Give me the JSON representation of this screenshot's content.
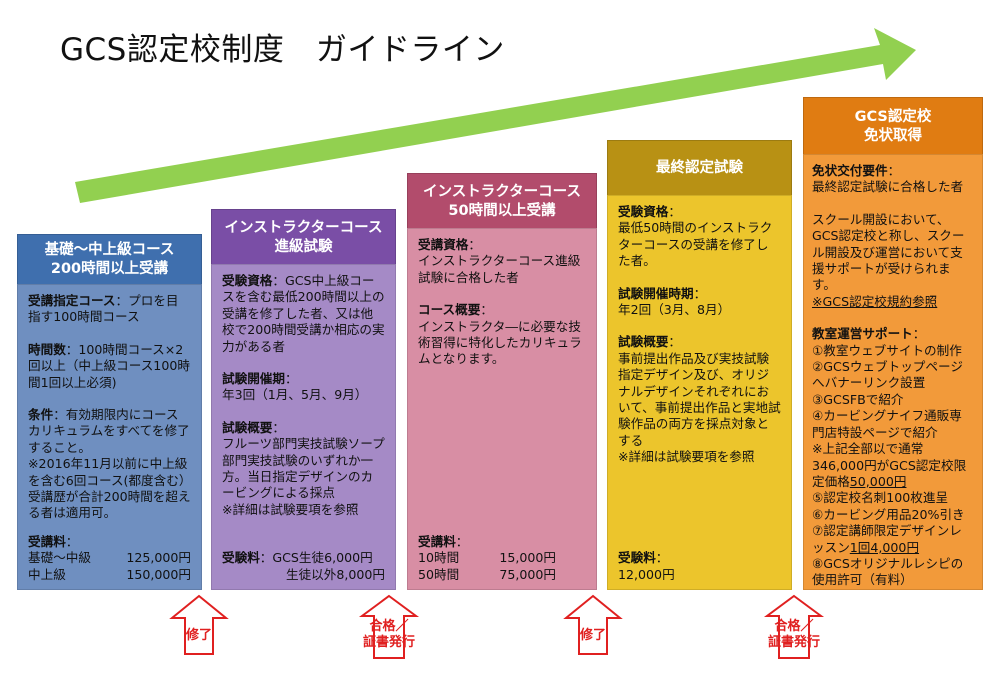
{
  "title": "GCS認定校制度　ガイドライン",
  "colors": {
    "arrow": "#92d050",
    "col1_head": "#3f6fae",
    "col1_body": "#6f8fc0",
    "col2_head": "#7a4ea6",
    "col2_body": "#a58ac6",
    "col3_head": "#b24c6c",
    "col3_body": "#d88ea4",
    "col4_head": "#b89114",
    "col4_body": "#ecc52c",
    "col5_head": "#e07c12",
    "col5_body": "#f29a3a",
    "marker": "#e02020"
  },
  "col1": {
    "head1": "基礎～中上級コース",
    "head2": "200時間以上受講",
    "p1_label": "受講指定コース",
    "p1_text": "：プロを目指す100時間コース",
    "p2_label": "時間数",
    "p2_text": "：100時間コース×2回以上（中上級コース100時間1回以上必須)",
    "p3_label": "条件",
    "p3_text": "：有効期限内にコースカリキュラムをすべてを修了すること。",
    "p3_note": "※2016年11月以前に中上級を含む6回コース(都度含む）受講歴が合計200時間を超える者は適用可。",
    "fee_label": "受講料",
    "fee_colon": "：",
    "fee_row1_name": "基礎～中級",
    "fee_row1_price": "125,000円",
    "fee_row2_name": "中上級",
    "fee_row2_price": "150,000円"
  },
  "col2": {
    "head1": "インストラクターコース",
    "head2": "進級試験",
    "p1_label": "受験資格",
    "p1_text": "：GCS中上級コースを含む最低200時間以上の受講を修了した者、又は他校で200時間受講か相応の実力がある者",
    "p2_label": "試験開催期",
    "p2_colon": "：",
    "p2_text": "年3回（1月、5月、9月）",
    "p3_label": "試験概要",
    "p3_colon": "：",
    "p3_text": "フルーツ部門実技試験ソープ部門実技試験のいずれか一方。当日指定デザインのカービングによる採点",
    "p3_note": "※詳細は試験要項を参照",
    "fee_label": "受験料",
    "fee_line1": "：GCS生徒6,000円",
    "fee_line2": "生徒以外8,000円"
  },
  "col3": {
    "head1": "インストラクターコース",
    "head2": "50時間以上受講",
    "p1_label": "受講資格",
    "p1_colon": "：",
    "p1_text": "インストラクターコース進級試験に合格した者",
    "p2_label": "コース概要",
    "p2_colon": "：",
    "p2_text": "インストラクタ―に必要な技術習得に特化したカリキュラムとなります。",
    "fee_label": "受講料",
    "fee_colon": "：",
    "fee_row1_name": "10時間",
    "fee_row1_price": "15,000円",
    "fee_row2_name": "50時間",
    "fee_row2_price": "75,000円"
  },
  "col4": {
    "head1": "最終認定試験",
    "p1_label": "受験資格",
    "p1_colon": "：",
    "p1_text": "最低50時間のインストラクターコースの受講を修了した者。",
    "p2_label": "試験開催時期",
    "p2_colon": "：",
    "p2_text": "年2回（3月、8月）",
    "p3_label": "試験概要",
    "p3_colon": "：",
    "p3_text": "事前提出作品及び実技試験指定デザイン及び、オリジナルデザインそれぞれにおいて、事前提出作品と実地試験作品の両方を採点対象とする",
    "p3_note": "※詳細は試験要項を参照",
    "fee_label": "受験料",
    "fee_colon": "：",
    "fee_text": "12,000円"
  },
  "col5": {
    "head1": "GCS認定校",
    "head2": "免状取得",
    "p1_label": "免状交付要件",
    "p1_colon": "：",
    "p1_text": "最終認定試験に合格した者",
    "p2_text": "スクール開設において、GCS認定校と称し、スクール開設及び運営において支援サポートが受けられます。",
    "p2_link": "※GCS認定校規約参照",
    "p3_label": "教室運営サポート",
    "p3_colon": "：",
    "list1": "①教室ウェブサイトの制作",
    "list2": "②GCSウェブトップページへバナーリンク設置",
    "list3": "③GCSFBで紹介",
    "list4": "④カービングナイフ通販専門店特設ページで紹介",
    "list4_note1": "※上記全部以で通常346,000円がGCS認定校限定価格",
    "list4_note_price": "50,000円",
    "list5": "⑤認定校名刺100枚進呈",
    "list6": "⑥カービング用品20%引き",
    "list7a": "⑦認定講師限定デザインレッスン",
    "list7_link": "1回4,000円",
    "list8": "⑧GCSオリジナルレシピの使用許可（有料）"
  },
  "markers": {
    "m1": "修了",
    "m2_line1": "合格／",
    "m2_line2": "証書発行",
    "m3": "修了",
    "m4_line1": "合格／",
    "m4_line2": "証書発行"
  }
}
